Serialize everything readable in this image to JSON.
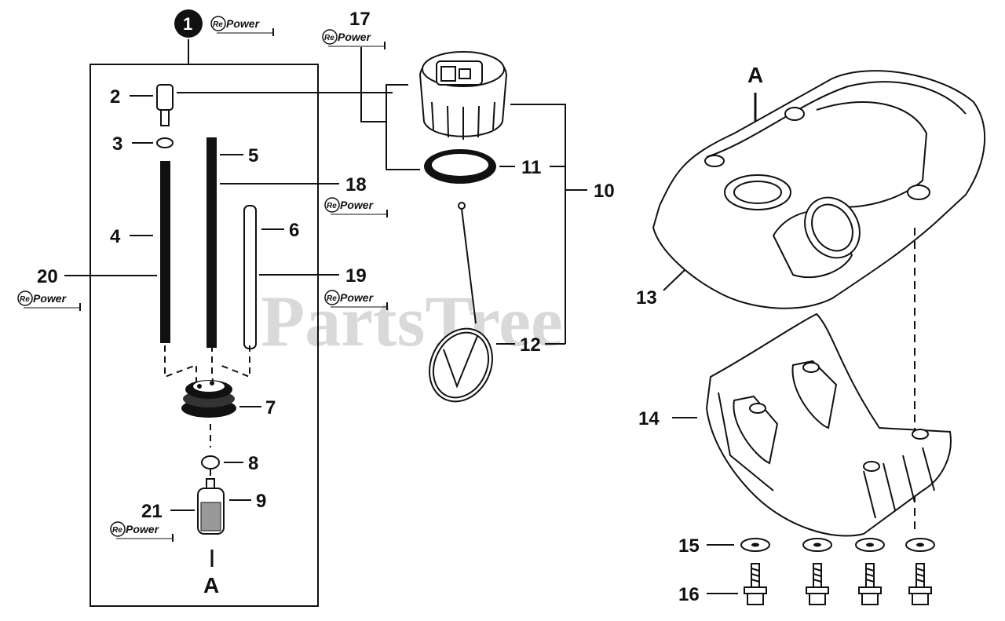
{
  "watermark": "PartsTree",
  "repower_badge": {
    "prefix": "Re",
    "text": "Power"
  },
  "callouts": {
    "c1": "1",
    "c2": "2",
    "c3": "3",
    "c4": "4",
    "c5": "5",
    "c6": "6",
    "c7": "7",
    "c8": "8",
    "c9": "9",
    "c10": "10",
    "c11": "11",
    "c12": "12",
    "c13": "13",
    "c14": "14",
    "c15": "15",
    "c16": "16",
    "c17": "17",
    "c18": "18",
    "c19": "19",
    "c20": "20",
    "c21": "21",
    "ref_a_top": "A",
    "ref_a_bottom": "A"
  },
  "colors": {
    "ink": "#111111",
    "watermark": "#d9d9d9",
    "background": "#ffffff"
  }
}
